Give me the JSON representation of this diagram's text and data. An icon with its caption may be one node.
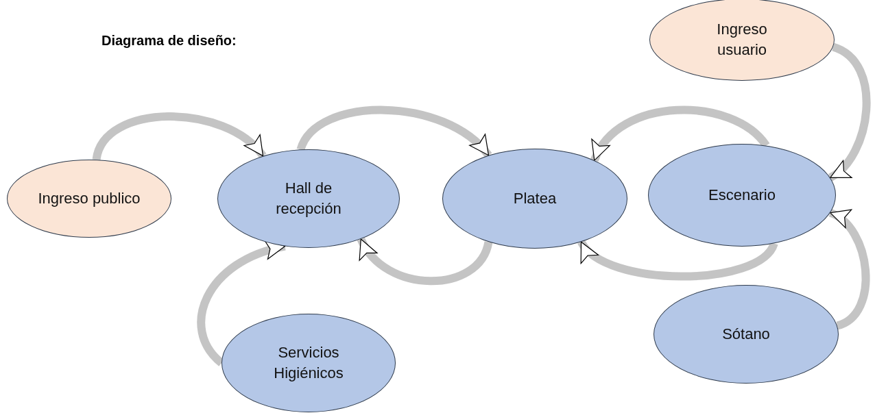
{
  "diagram": {
    "title": "Diagrama de diseño:",
    "nodes": [
      {
        "text": [
          "Ingreso publico"
        ]
      },
      {
        "text": [
          "Hall de recepción"
        ]
      },
      {
        "text": [
          "Platea"
        ]
      },
      {
        "text": [
          "Escenario"
        ]
      },
      {
        "text": [
          "Ingreso usuario"
        ]
      },
      {
        "text": [
          "Sótano"
        ]
      },
      {
        "text": [
          "Servicios Higiénicos"
        ]
      }
    ],
    "edges": [
      {
        "from": 0,
        "to": 1,
        "arrow": "to"
      },
      {
        "from": 1,
        "to": 2,
        "arrow": "to"
      },
      {
        "from": 3,
        "to": 2,
        "arrow": "to"
      },
      {
        "from": 2,
        "to": 1,
        "arrow": "to"
      },
      {
        "from": 3,
        "to": 2,
        "arrow": "to"
      },
      {
        "from": 4,
        "to": 3,
        "arrow": "to"
      },
      {
        "from": 5,
        "to": 3,
        "arrow": "to"
      },
      {
        "from": 6,
        "to": 1,
        "arrow": "to"
      }
    ]
  }
}
